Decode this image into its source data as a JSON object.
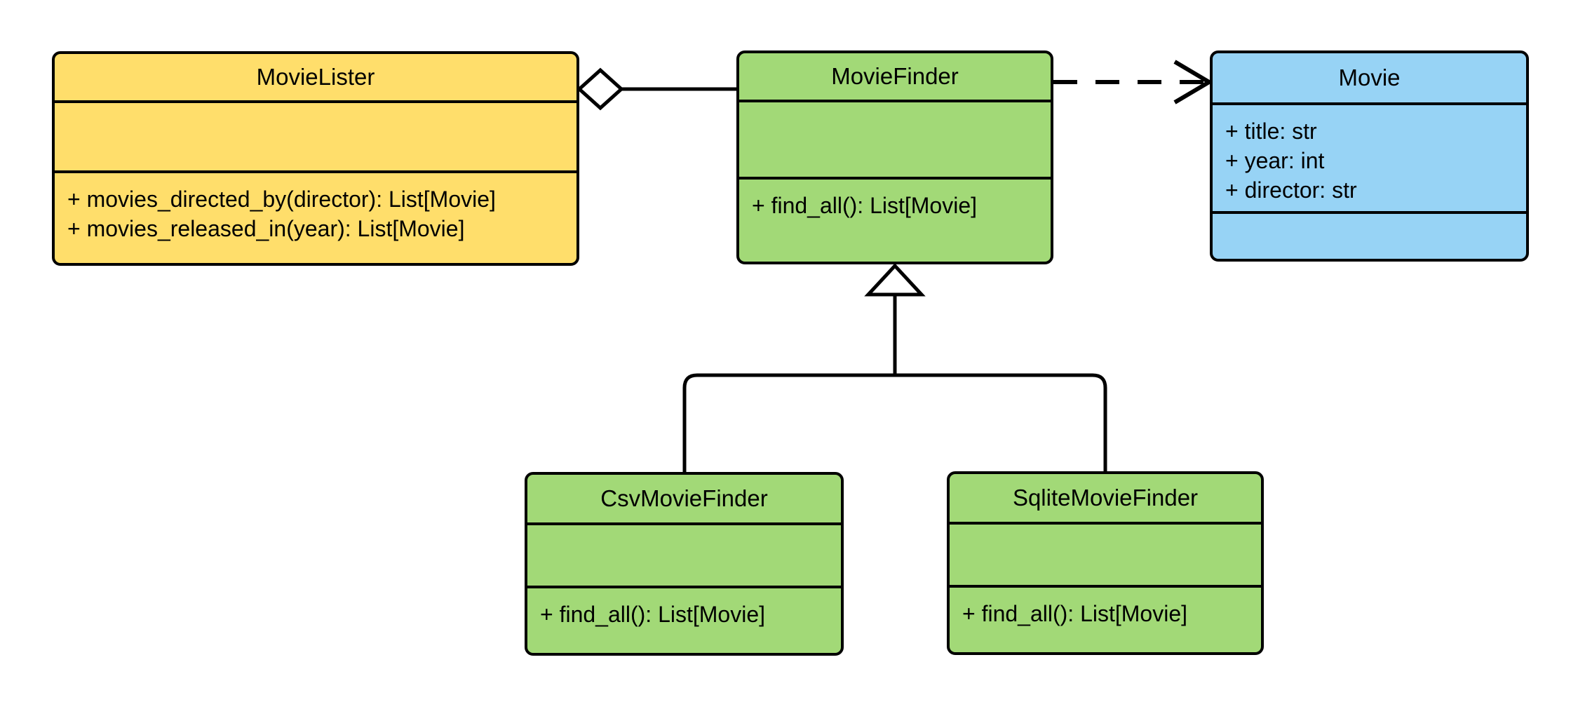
{
  "diagram": {
    "type": "uml-class-diagram",
    "background": "#ffffff",
    "stroke": "#000000",
    "palette": {
      "yellow": "#ffde6b",
      "green": "#a2d977",
      "blue": "#97d3f5",
      "line": "#000000"
    }
  },
  "classes": {
    "movie_lister": {
      "name": "MovieLister",
      "color": "#ffde6b",
      "attributes": [],
      "operations": [
        "+ movies_directed_by(director): List[Movie]",
        "+ movies_released_in(year): List[Movie]"
      ]
    },
    "movie_finder": {
      "name": "MovieFinder",
      "color": "#a2d977",
      "attributes": [],
      "operations": [
        "+ find_all(): List[Movie]"
      ]
    },
    "movie": {
      "name": "Movie",
      "color": "#97d3f5",
      "attributes": [
        "+ title: str",
        "+ year: int",
        "+ director: str"
      ],
      "operations": []
    },
    "csv_movie_finder": {
      "name": "CsvMovieFinder",
      "color": "#a2d977",
      "attributes": [],
      "operations": [
        "+ find_all(): List[Movie]"
      ]
    },
    "sqlite_movie_finder": {
      "name": "SqliteMovieFinder",
      "color": "#a2d977",
      "attributes": [],
      "operations": [
        "+ find_all(): List[Movie]"
      ]
    }
  },
  "relationships": [
    {
      "id": "aggregation-movielister-moviefinder",
      "kind": "aggregation",
      "from": "MovieLister",
      "to": "MovieFinder",
      "marker": "hollow-diamond",
      "style": "solid",
      "label": ""
    },
    {
      "id": "dependency-moviefinder-movie",
      "kind": "dependency",
      "from": "MovieFinder",
      "to": "Movie",
      "marker": "open-arrow",
      "style": "dashed",
      "label": ""
    },
    {
      "id": "generalization-csvmoviefinder-moviefinder",
      "kind": "generalization",
      "from": "CsvMovieFinder",
      "to": "MovieFinder",
      "marker": "hollow-triangle",
      "style": "solid",
      "label": ""
    },
    {
      "id": "generalization-sqlitemoviefinder-moviefinder",
      "kind": "generalization",
      "from": "SqliteMovieFinder",
      "to": "MovieFinder",
      "marker": "hollow-triangle",
      "style": "solid",
      "label": ""
    }
  ]
}
